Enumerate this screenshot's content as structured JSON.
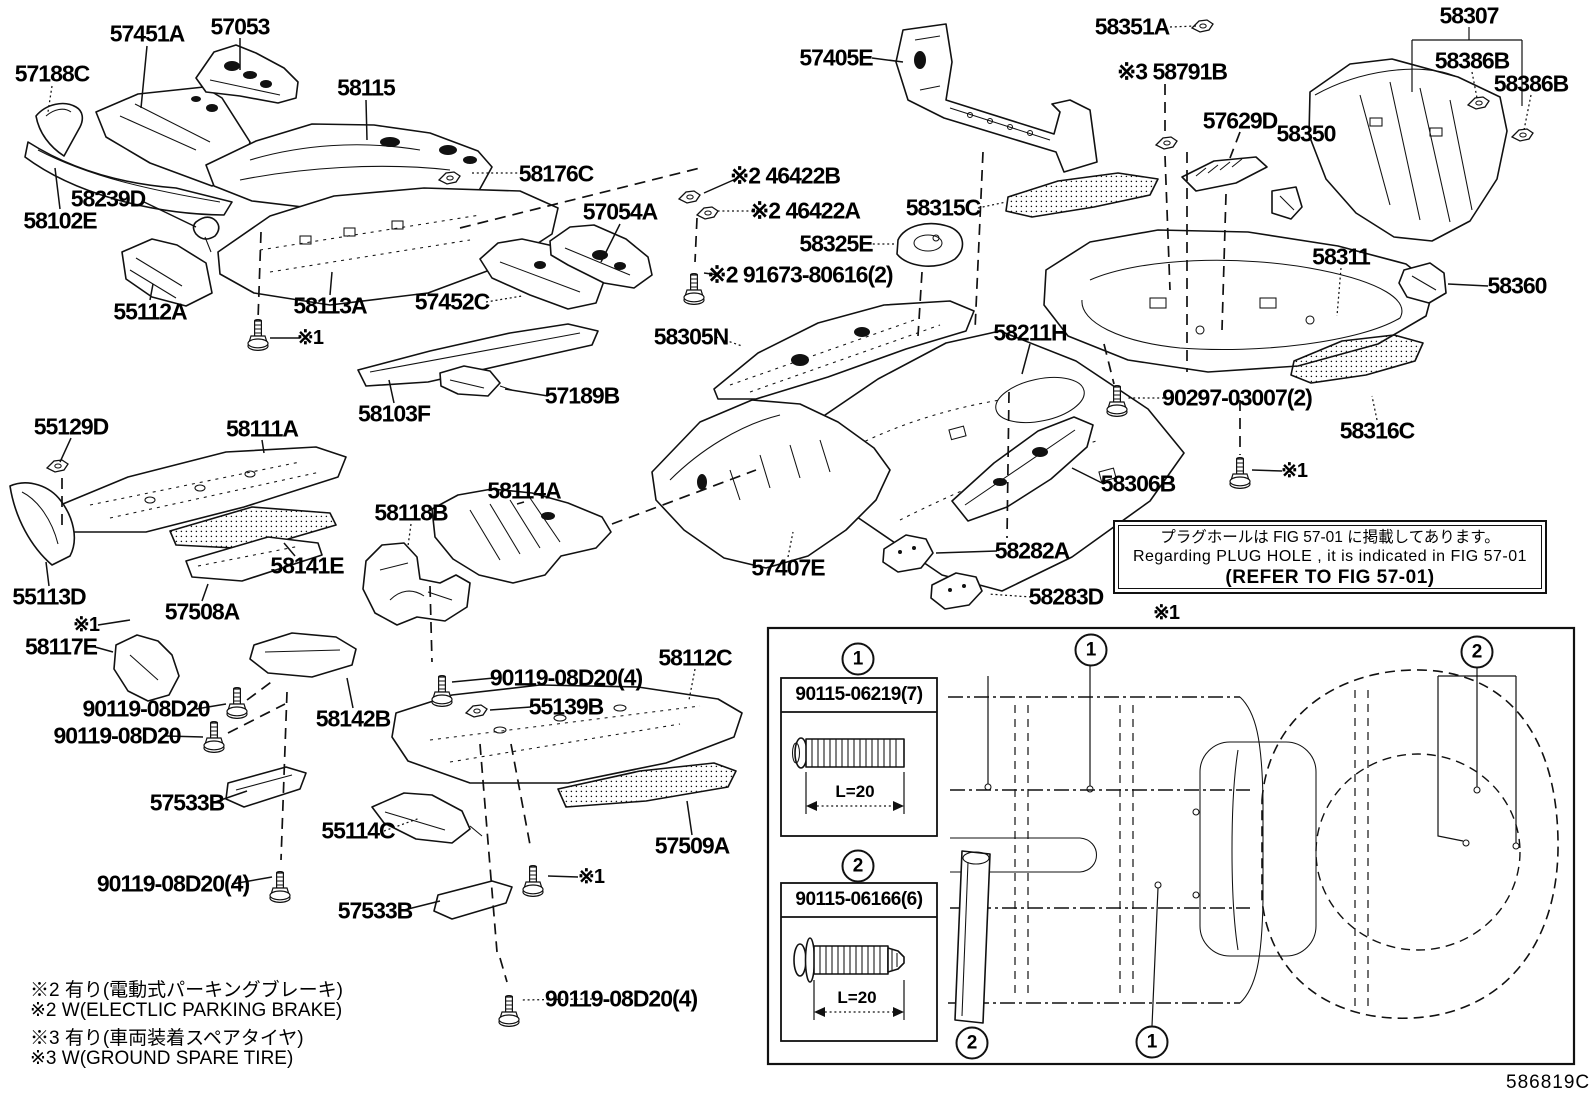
{
  "page": {
    "figure_code": "586819C"
  },
  "labels": [
    {
      "text": "57451A"
    },
    {
      "text": "57053"
    },
    {
      "text": "57188C"
    },
    {
      "text": "58115"
    },
    {
      "text": "58176C"
    },
    {
      "text": "58239D"
    },
    {
      "text": "58102E"
    },
    {
      "text": "55112A"
    },
    {
      "text": "58113A"
    },
    {
      "text": "57452C"
    },
    {
      "text": "57054A"
    },
    {
      "text": "※2 46422B"
    },
    {
      "text": "※2 46422A"
    },
    {
      "text": "※2 91673-80616(2)"
    },
    {
      "text": "※1"
    },
    {
      "text": "57189B"
    },
    {
      "text": "58103F"
    },
    {
      "text": "55129D"
    },
    {
      "text": "58111A"
    },
    {
      "text": "58118B"
    },
    {
      "text": "58114A"
    },
    {
      "text": "58141E"
    },
    {
      "text": "55113D"
    },
    {
      "text": "57508A"
    },
    {
      "text": "※1"
    },
    {
      "text": "58117E"
    },
    {
      "text": "90119-08D20"
    },
    {
      "text": "90119-08D20"
    },
    {
      "text": "58142B"
    },
    {
      "text": "90119-08D20(4)"
    },
    {
      "text": "55139B"
    },
    {
      "text": "58112C"
    },
    {
      "text": "57533B"
    },
    {
      "text": "55114C"
    },
    {
      "text": "57509A"
    },
    {
      "text": "90119-08D20(4)"
    },
    {
      "text": "57533B"
    },
    {
      "text": "※1"
    },
    {
      "text": "90119-08D20(4)"
    },
    {
      "text": "58305N"
    },
    {
      "text": "58211H"
    },
    {
      "text": "57407E"
    },
    {
      "text": "58282A"
    },
    {
      "text": "58283D"
    },
    {
      "text": "58306B"
    },
    {
      "text": "57405E"
    },
    {
      "text": "58351A"
    },
    {
      "text": "※3 58791B"
    },
    {
      "text": "57629D"
    },
    {
      "text": "58350"
    },
    {
      "text": "58307"
    },
    {
      "text": "58386B"
    },
    {
      "text": "58386B"
    },
    {
      "text": "58315C"
    },
    {
      "text": "58325E"
    },
    {
      "text": "58311"
    },
    {
      "text": "58360"
    },
    {
      "text": "90297-03007(2)"
    },
    {
      "text": "※1"
    },
    {
      "text": "58316C"
    },
    {
      "text": "※1"
    }
  ],
  "plug_note": {
    "line1_ja": "プラグホールは FIG 57-01 に掲載してあります。",
    "line2_en": "Regarding PLUG HOLE , it is indicated in FIG 57-01",
    "line3_en": "(REFER TO FIG 57-01)"
  },
  "footnotes": [
    "※2 有り(電動式パーキングブレーキ)",
    "※2 W(ELECTLIC PARKING BRAKE)",
    "※3 有り(車両装着スペアタイヤ)",
    "※3 W(GROUND SPARE TIRE)"
  ],
  "inset": {
    "callout_one": "1",
    "callout_two": "2",
    "bolt1": {
      "part_no": "90115-06219(7)",
      "length": "L=20"
    },
    "bolt2": {
      "part_no": "90115-06166(6)",
      "length": "L=20"
    }
  }
}
